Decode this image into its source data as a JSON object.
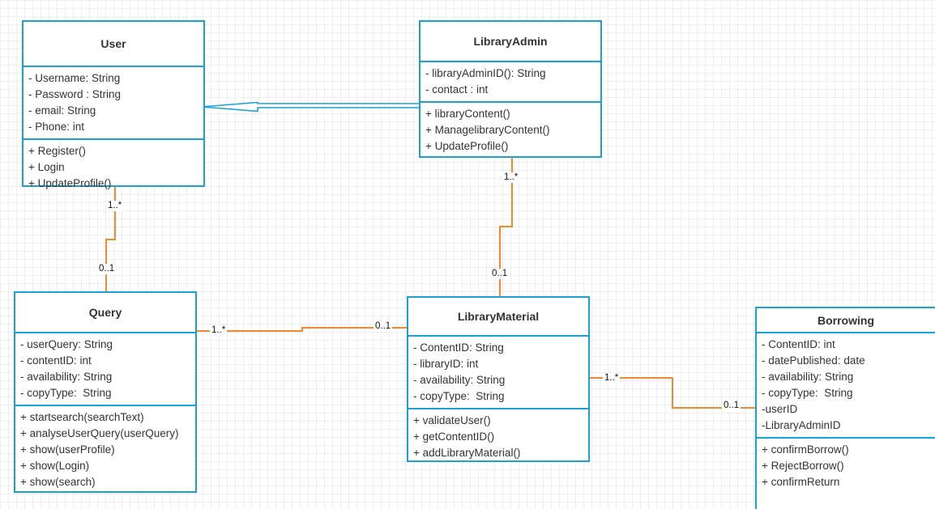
{
  "diagram": {
    "accent_color": "#1aa0d8",
    "connector_color": "#f08a30"
  },
  "classes": {
    "user": {
      "name": "User",
      "attributes": [
        "- Username: String",
        "- Password : String",
        "- email: String",
        "- Phone: int"
      ],
      "operations": [
        "+ Register()",
        "+ Login",
        "+ UpdateProfile()"
      ]
    },
    "library_admin": {
      "name": "LibraryAdmin",
      "attributes": [
        "- libraryAdminID(): String",
        "- contact : int"
      ],
      "operations": [
        "+ libraryContent()",
        "+ ManagelibraryContent()",
        "+ UpdateProfile()"
      ]
    },
    "query": {
      "name": "Query",
      "attributes": [
        "- userQuery: String",
        "- contentID: int",
        "- availability: String",
        "- copyType:  String"
      ],
      "operations": [
        "+ startsearch(searchText)",
        "+ analyseUserQuery(userQuery)",
        "+ show(userProfile)",
        "+ show(Login)",
        "+ show(search)"
      ]
    },
    "library_material": {
      "name": "LibraryMaterial",
      "attributes": [
        "- ContentID: String",
        "- libraryID: int",
        "- availability: String",
        "- copyType:  String"
      ],
      "operations": [
        "+ validateUser()",
        "+ getContentID()",
        "+ addLibraryMaterial()"
      ]
    },
    "borrowing": {
      "name": "Borrowing",
      "attributes": [
        "- ContentID: int",
        "- datePublished: date",
        "- availability: String",
        "- copyType:  String",
        "-userID",
        "-LibraryAdminID"
      ],
      "operations": [
        "+ confirmBorrow()",
        "+ RejectBorrow()",
        "+ confirmReturn"
      ]
    }
  },
  "multiplicities": {
    "user_query_top": "1..*",
    "user_query_bottom": "0..1",
    "admin_material_top": "1..*",
    "admin_material_bottom": "0..1",
    "query_material_left": "1..*",
    "query_material_right": "0..1",
    "material_borrowing_left": "1..*",
    "material_borrowing_right": "0..1"
  }
}
